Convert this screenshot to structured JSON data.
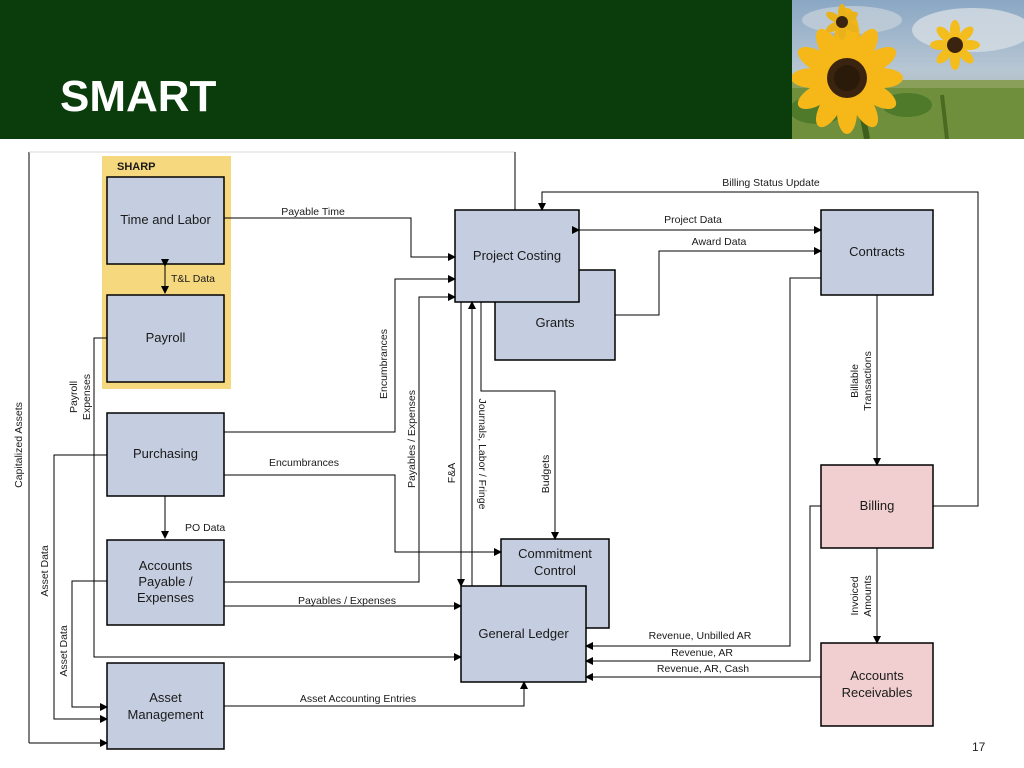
{
  "slide": {
    "title": "SMART",
    "page_number": "17"
  },
  "colors": {
    "header": "#0b3d0c",
    "module": "#c5cee0",
    "billing_module": "#f1cfd0",
    "sharp_panel": "#f6d97e"
  },
  "photo": {
    "subject": "sunflower-field"
  },
  "diagram": {
    "sharp_label": "SHARP",
    "boxes": {
      "time_and_labor": "Time and Labor",
      "payroll": "Payroll",
      "purchasing": "Purchasing",
      "accounts_payable": [
        "Accounts",
        "Payable /",
        "Expenses"
      ],
      "asset_management": [
        "Asset",
        "Management"
      ],
      "project_costing": "Project Costing",
      "grants": "Grants",
      "commitment_control": [
        "Commitment",
        "Control"
      ],
      "general_ledger": "General Ledger",
      "contracts": "Contracts",
      "billing": "Billing",
      "accounts_receivables": [
        "Accounts",
        "Receivables"
      ]
    },
    "edges": {
      "payable_time": "Payable Time",
      "tl_data": "T&L Data",
      "billing_status_update": "Billing Status Update",
      "project_data": "Project Data",
      "award_data": "Award Data",
      "encumbrances_vertical": "Encumbrances",
      "encumbrances_horizontal": "Encumbrances",
      "payables_expenses_vertical": "Payables / Expenses",
      "fa": "F&A",
      "journals_labor_fringe": "Journals, Labor / Fringe",
      "budgets": "Budgets",
      "payroll_expenses": [
        "Payroll",
        "Expenses"
      ],
      "capitalized_assets": "Capitalized Assets",
      "asset_data_left": "Asset Data",
      "asset_data_right": "Asset Data",
      "po_data": "PO Data",
      "payables_expenses_horizontal": "Payables / Expenses",
      "asset_accounting_entries": "Asset Accounting Entries",
      "revenue_unbilled_ar": "Revenue, Unbilled AR",
      "revenue_ar": "Revenue, AR",
      "revenue_ar_cash": "Revenue, AR, Cash",
      "billable_transactions": [
        "Billable",
        "Transactions"
      ],
      "invoiced_amounts": [
        "Invoiced",
        "Amounts"
      ]
    }
  }
}
